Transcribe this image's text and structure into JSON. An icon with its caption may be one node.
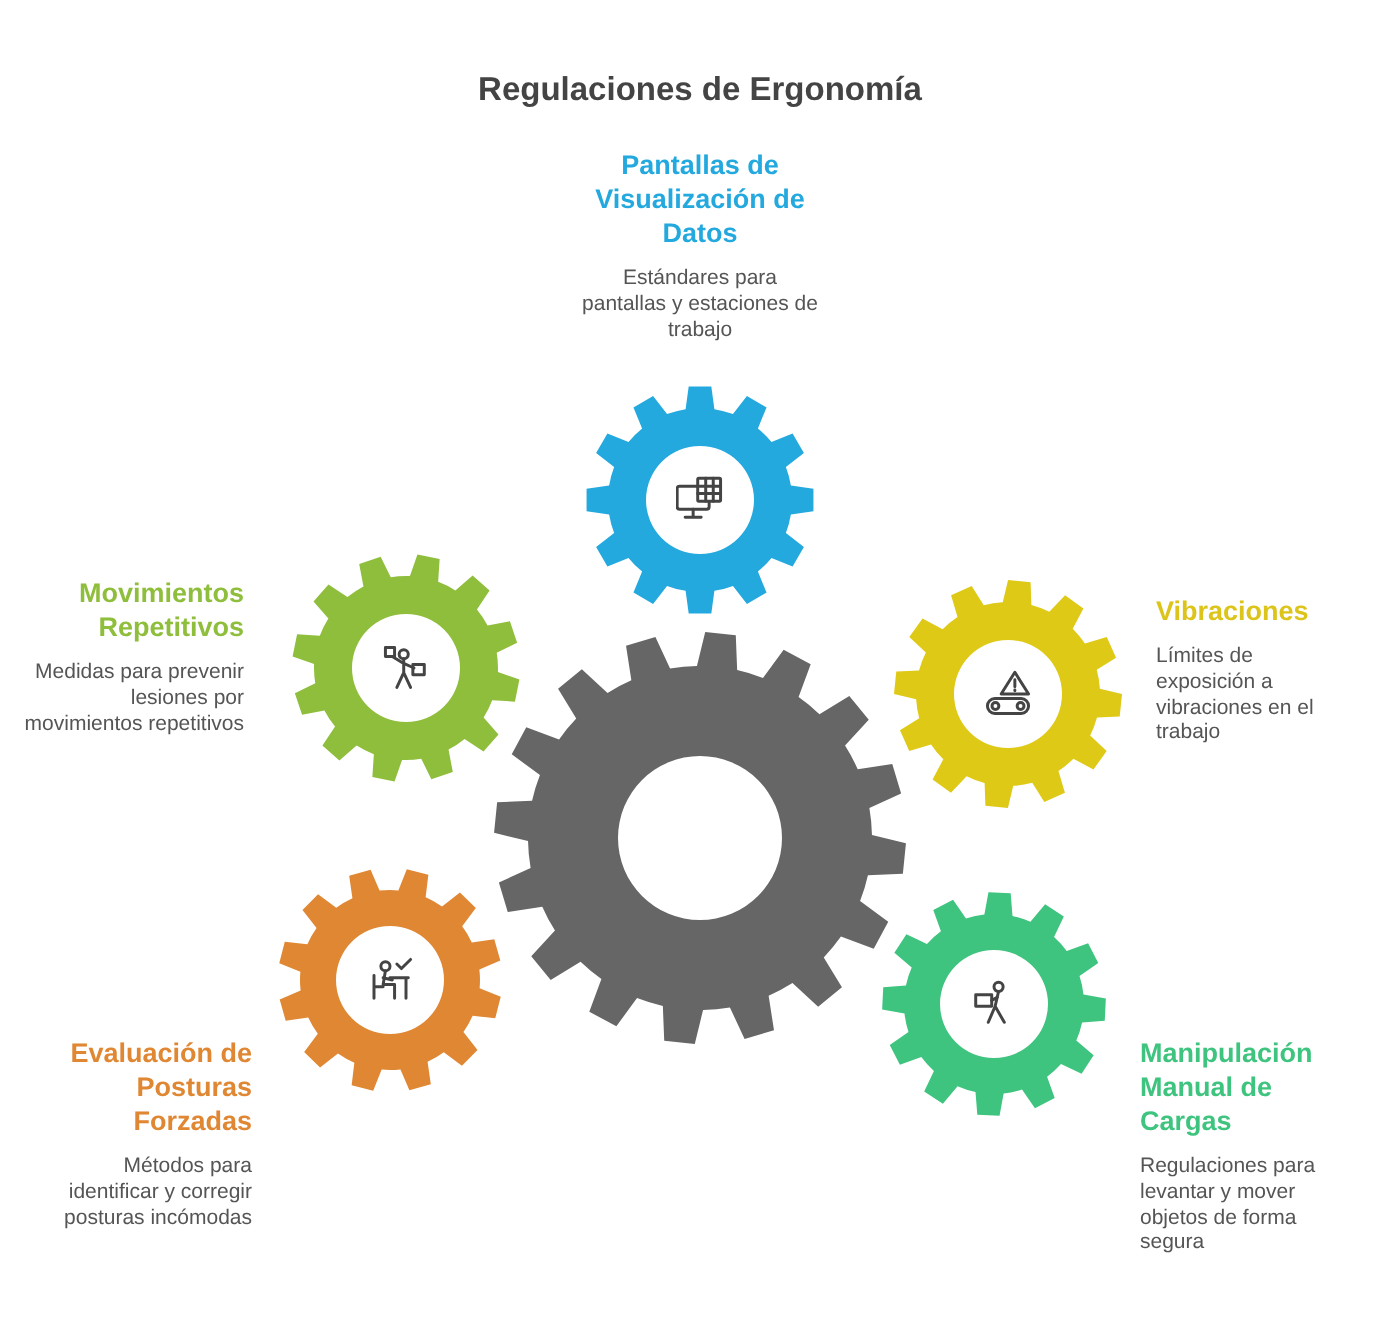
{
  "diagram": {
    "title": "Regulaciones de Ergonomía",
    "nodes": [
      {
        "text": [],
        "shape": "gear",
        "beside": [
          "Pantallas de Visualización de Datos",
          "Estándares para pantallas y estaciones de trabajo"
        ]
      },
      {
        "text": [],
        "shape": "gear",
        "beside": [
          "Movimientos Repetitivos",
          "Medidas para prevenir lesiones por movimientos repetitivos"
        ]
      },
      {
        "text": [],
        "shape": "gear",
        "beside": [
          "Vibraciones",
          "Límites de exposición a vibraciones en el trabajo"
        ]
      },
      {
        "text": [],
        "shape": "gear"
      },
      {
        "text": [],
        "shape": "gear",
        "beside": [
          "Evaluación de Posturas Forzadas",
          "Métodos para identificar y corregir posturas incómodas"
        ]
      },
      {
        "text": [],
        "shape": "gear",
        "beside": [
          "Manipulación Manual de Cargas",
          "Regulaciones para levantar y mover objetos de forma segura"
        ]
      }
    ]
  }
}
